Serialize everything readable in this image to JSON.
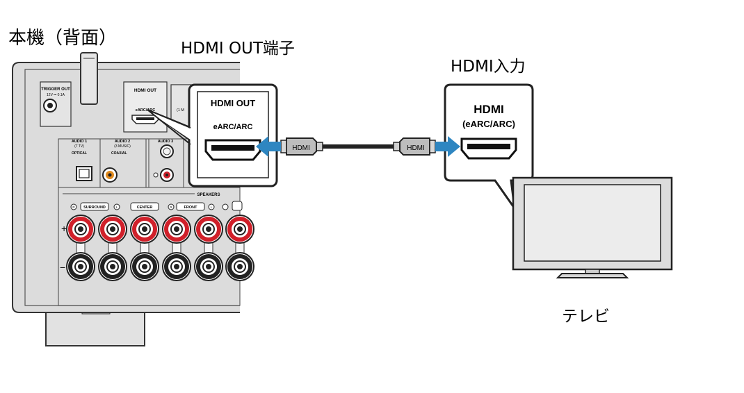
{
  "labels": {
    "receiver_back": "本機（背面）",
    "hdmi_out_terminal": "HDMI OUT端子",
    "hdmi_input": "HDMI入力",
    "tv": "テレビ"
  },
  "callout_left": {
    "title": "HDMI OUT",
    "subtitle": "eARC/ARC"
  },
  "callout_right": {
    "title": "HDMI",
    "subtitle": "(eARC/ARC)"
  },
  "cable_plug_label": "HDMI",
  "panel": {
    "trigger_out": "TRIGGER OUT",
    "trigger_spec": "12V ⎓ 0.1A",
    "hdmi_out": "HDMI OUT",
    "earc_arc": "eARC/ARC",
    "audio1": "AUDIO 1",
    "audio1_sub": "(7 TV)",
    "optical": "OPTICAL",
    "audio2": "AUDIO 2",
    "audio2_sub": "(3 MUSIC)",
    "coaxial": "COAXIAL",
    "audio3": "AUDIO 3",
    "speakers": "SPEAKERS",
    "surround": "SURROUND",
    "center": "CENTER",
    "front": "FRONT",
    "zone_hint": "(1 M",
    "plus": "+",
    "minus": "−",
    "right_ch": "R",
    "left_ch": "L"
  },
  "colors": {
    "arrow": "#2e86c1",
    "terminal_red": "#d0202a",
    "coax_orange": "#e08a1e",
    "panel_gray": "#dcdcdc"
  }
}
